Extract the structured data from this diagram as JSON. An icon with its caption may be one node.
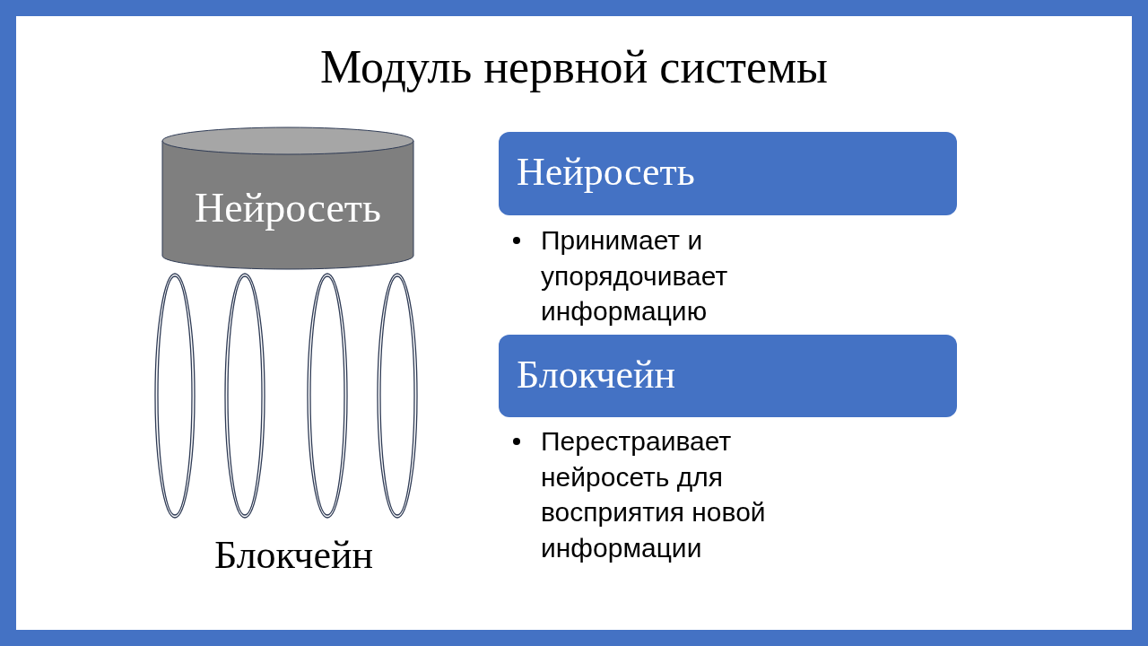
{
  "diagram": {
    "title": "Модуль нервной системы",
    "nodes": [
      {
        "text": [
          "Нейросеть"
        ]
      },
      {
        "text": [],
        "shape": "ring"
      },
      {
        "text": [],
        "shape": "ring"
      },
      {
        "text": [],
        "shape": "ring"
      },
      {
        "text": [],
        "shape": "ring"
      },
      {
        "text": [
          "Нейросеть"
        ]
      },
      {
        "text": [
          "Блокчейн"
        ]
      }
    ],
    "edges": [],
    "labels": [
      "Блокчейн",
      "Принимает и упорядочивает информацию",
      "Перестраивает нейросеть для восприятия новой информации"
    ]
  }
}
